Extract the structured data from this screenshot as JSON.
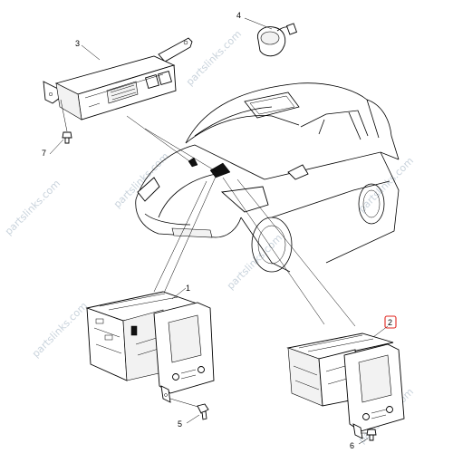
{
  "callouts": [
    "1",
    "2",
    "3",
    "4",
    "5",
    "6",
    "7"
  ],
  "highlighted_callout": "2",
  "highlight_color": "#e0261f",
  "watermark": "partslinks.com"
}
